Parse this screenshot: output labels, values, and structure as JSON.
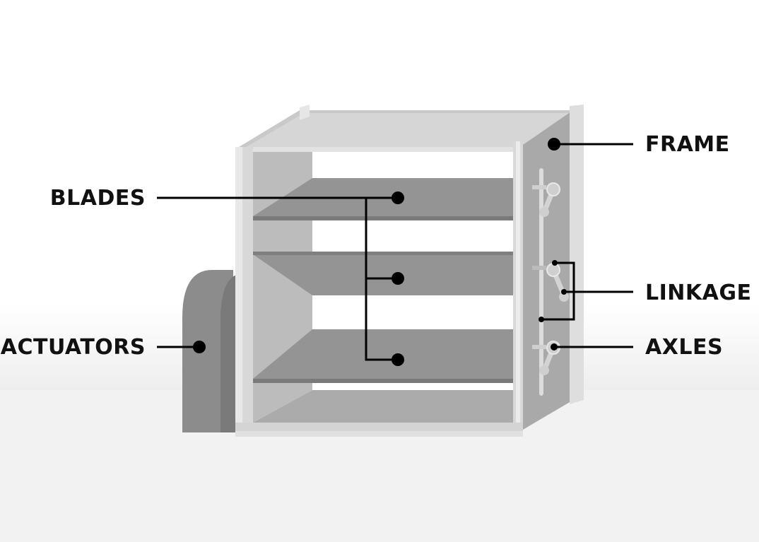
{
  "labels": {
    "frame": "FRAME",
    "blades": "BLADES",
    "linkage": "LINKAGE",
    "actuators": "ACTUATORS",
    "axles": "AXLES"
  },
  "colors": {
    "frame_light": "#d4d4d4",
    "frame_mid": "#bdbdbd",
    "side_panel": "#a8a8a8",
    "blade": "#949494",
    "blade_edge": "#7a7a7a",
    "actuator": "#8c8c8c",
    "leader_line": "#000000",
    "floor": "#f2f2f2"
  }
}
